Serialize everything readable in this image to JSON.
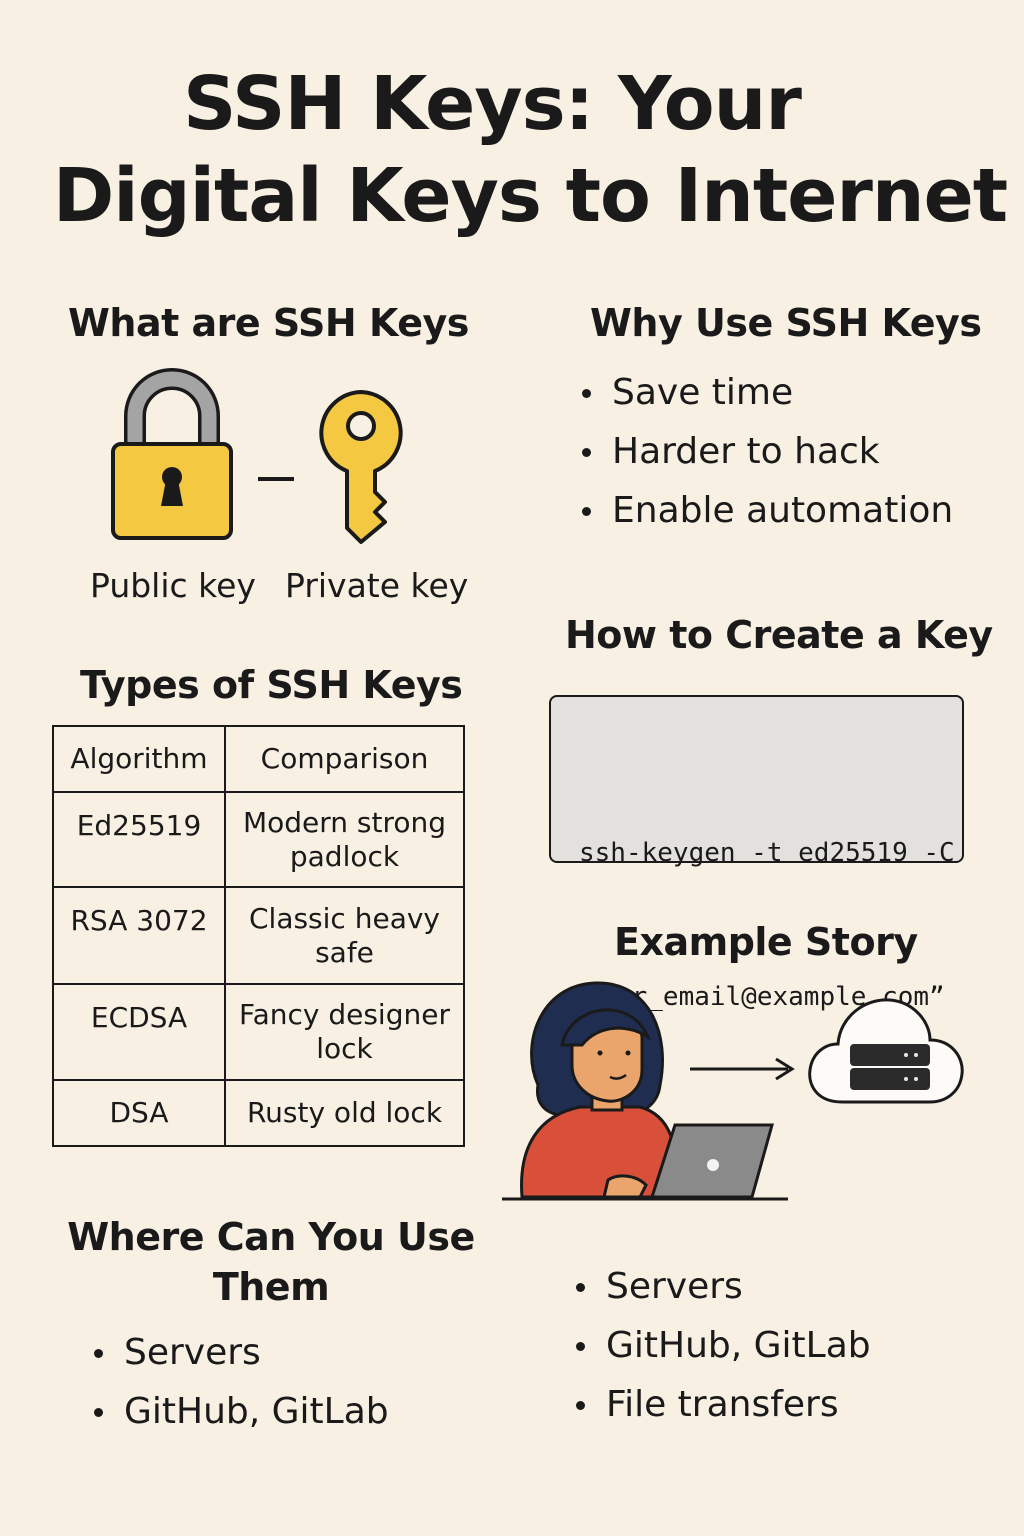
{
  "title": {
    "line1": "SSH Keys: Your",
    "line2": "Digital Keys to Internet"
  },
  "what": {
    "heading": "What are SSH Keys",
    "public_label": "Public key",
    "private_label": "Private key"
  },
  "why": {
    "heading": "Why Use SSH Keys",
    "items": [
      "Save time",
      "Harder to hack",
      "Enable automation"
    ]
  },
  "create": {
    "heading": "How to Create a Key",
    "code_line1": "ssh-keygen -t ed25519 -C",
    "code_line2": "“your_email@example.com”"
  },
  "types": {
    "heading": "Types of SSH Keys",
    "headers": [
      "Algorithm",
      "Comparison"
    ],
    "rows": [
      {
        "algo": "Ed25519",
        "comp1": "Modern strong",
        "comp2": "padlock"
      },
      {
        "algo": "RSA 3072",
        "comp1": "Classic heavy",
        "comp2": "safe"
      },
      {
        "algo": "ECDSA",
        "comp1": "Fancy designer",
        "comp2": "lock"
      },
      {
        "algo": "DSA",
        "comp1": "Rusty old lock",
        "comp2": ""
      }
    ]
  },
  "story": {
    "heading": "Example Story"
  },
  "where": {
    "heading_line1": "Where Can You Use",
    "heading_line2": "Them",
    "items": [
      "Servers",
      "GitHub, GitLab"
    ]
  },
  "where_right": {
    "items": [
      "Servers",
      "GitHub, GitLab",
      "File transfers"
    ]
  },
  "colors": {
    "background": "#f8f0e3",
    "lock_yellow": "#f5c842",
    "sweater": "#d9503a",
    "hair": "#1f2d50",
    "skin": "#eaa56d",
    "laptop": "#8a8a8a",
    "code_bg": "#e3e1de"
  },
  "icons": [
    "padlock-icon",
    "key-icon",
    "person-laptop-illustration",
    "arrow-right-icon",
    "cloud-server-icon"
  ]
}
